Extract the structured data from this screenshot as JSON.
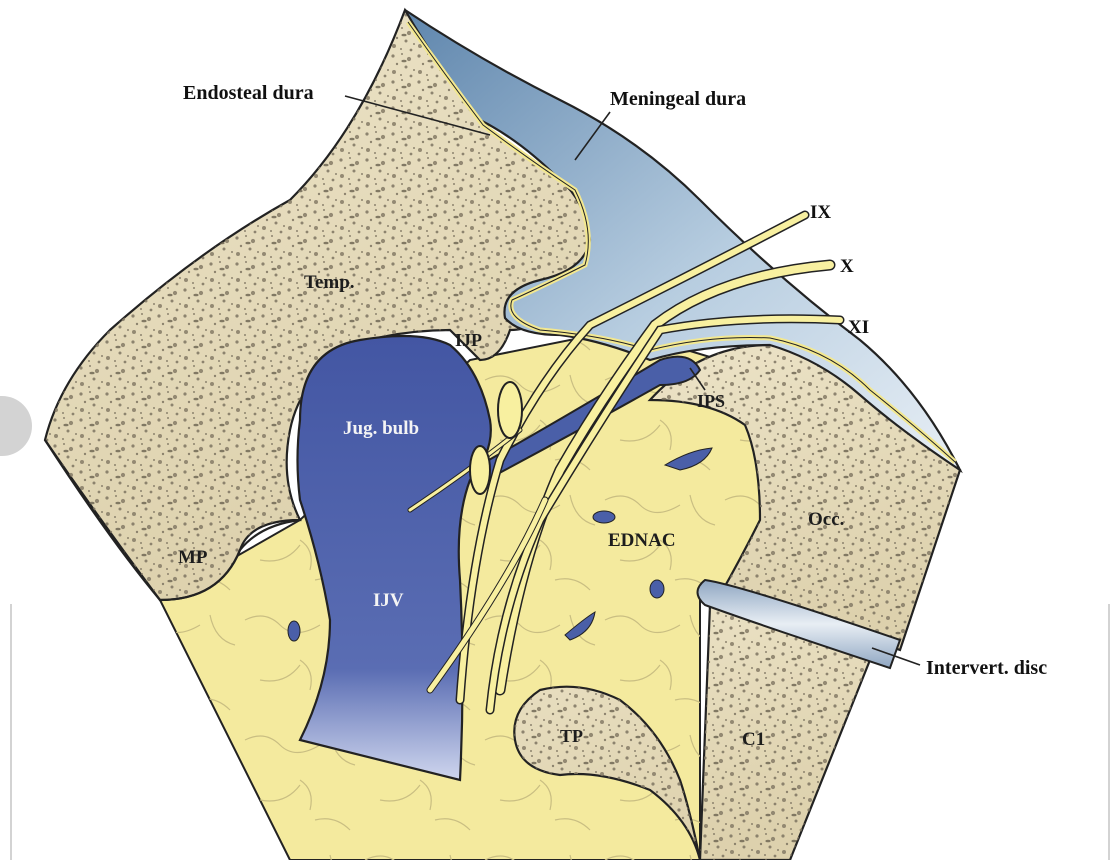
{
  "colors": {
    "bone": "#e3d8b8",
    "bone_dark": "#cfc09a",
    "soft_tissue": "#f4ea9e",
    "vein": "#4a5fa8",
    "dura": "#a9c0d8",
    "nerve": "#f8f0a0",
    "speckle": "#7d7461"
  },
  "labels": {
    "endosteal_dura": "Endosteal dura",
    "meningeal_dura": "Meningeal dura",
    "ix": "IX",
    "x": "X",
    "xi": "XI",
    "temp": "Temp.",
    "ijp": "IJP",
    "ips": "IPS",
    "jug_bulb": "Jug. bulb",
    "ednac": "EDNAC",
    "occ": "Occ.",
    "mp": "MP",
    "ijv": "IJV",
    "intervert_disc": "Intervert. disc",
    "tp": "TP",
    "c1": "C1"
  }
}
